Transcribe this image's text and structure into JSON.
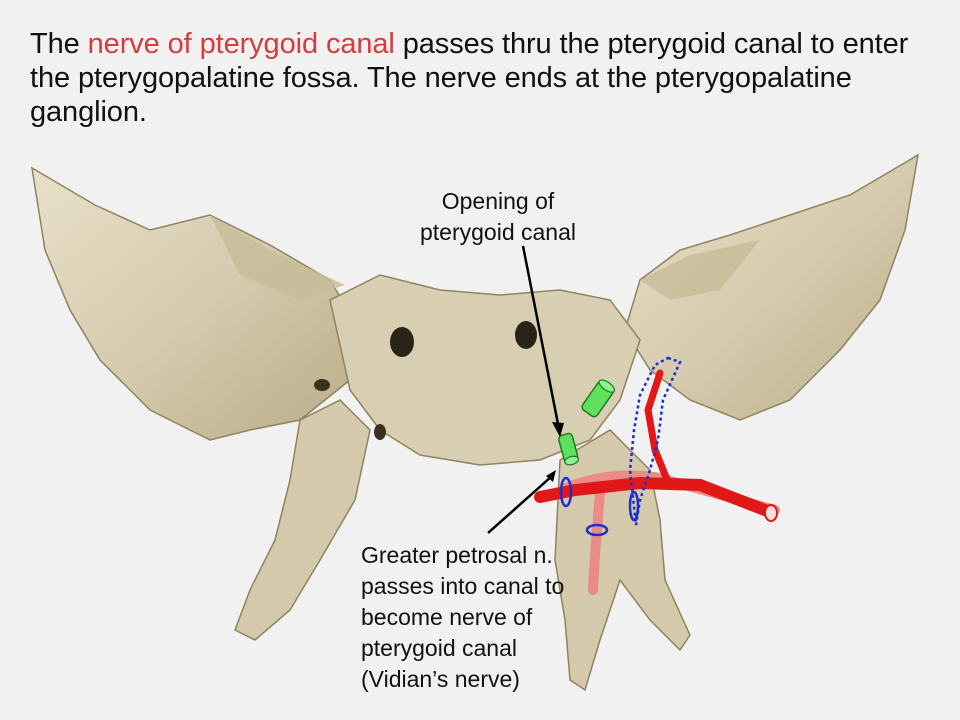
{
  "slide": {
    "heading": {
      "part1": "The ",
      "highlight": "nerve of pterygoid canal",
      "part2": " passes thru the pterygoid canal to enter the pterygopalatine fossa.  The nerve ends at the pterygopalatine ganglion."
    },
    "label_opening": {
      "line1": "Opening of",
      "line2": "pterygoid canal"
    },
    "label_greater_petrosal": {
      "lines": [
        "Greater petrosal n.",
        "passes into canal to",
        "become nerve of",
        "pterygoid canal",
        "(Vidian’s nerve)"
      ]
    }
  },
  "colors": {
    "highlight": "#d93a3a",
    "bone": "#d9cfb4",
    "bone_shadow": "#a89a76",
    "nerve_red": "#e01818",
    "nerve_pink": "#e98c86",
    "canal_green": "#5ee05e",
    "ring_blue": "#1a2fd0"
  }
}
